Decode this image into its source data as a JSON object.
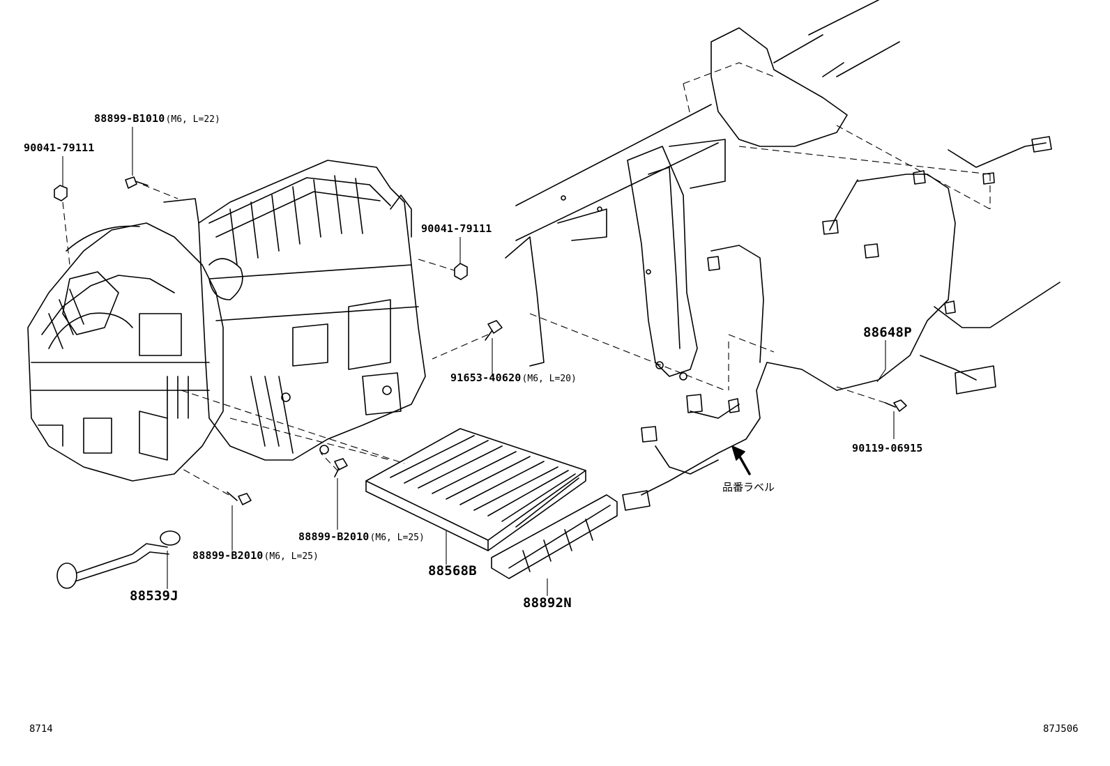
{
  "labels": {
    "p_90041_79111_a": {
      "num": "90041-79111",
      "spec": ""
    },
    "p_88899_B1010": {
      "num": "88899-B1010",
      "spec": "(M6, L=22)"
    },
    "p_90041_79111_b": {
      "num": "90041-79111",
      "spec": ""
    },
    "p_91653_40620": {
      "num": "91653-40620",
      "spec": "(M6, L=20)"
    },
    "p_88648P": {
      "num": "88648P",
      "spec": ""
    },
    "p_90119_06915": {
      "num": "90119-06915",
      "spec": ""
    },
    "p_88899_B2010_a": {
      "num": "88899-B2010",
      "spec": "(M6, L=25)"
    },
    "p_88899_B2010_b": {
      "num": "88899-B2010",
      "spec": "(M6, L=25)"
    },
    "p_88568B": {
      "num": "88568B",
      "spec": ""
    },
    "p_88892N": {
      "num": "88892N",
      "spec": ""
    },
    "p_88539J": {
      "num": "88539J",
      "spec": ""
    }
  },
  "callout_label": "品番ラベル",
  "footer": {
    "left_code": "8714",
    "right_code": "87J506"
  },
  "colors": {
    "ink": "#000000",
    "paper": "#ffffff"
  }
}
